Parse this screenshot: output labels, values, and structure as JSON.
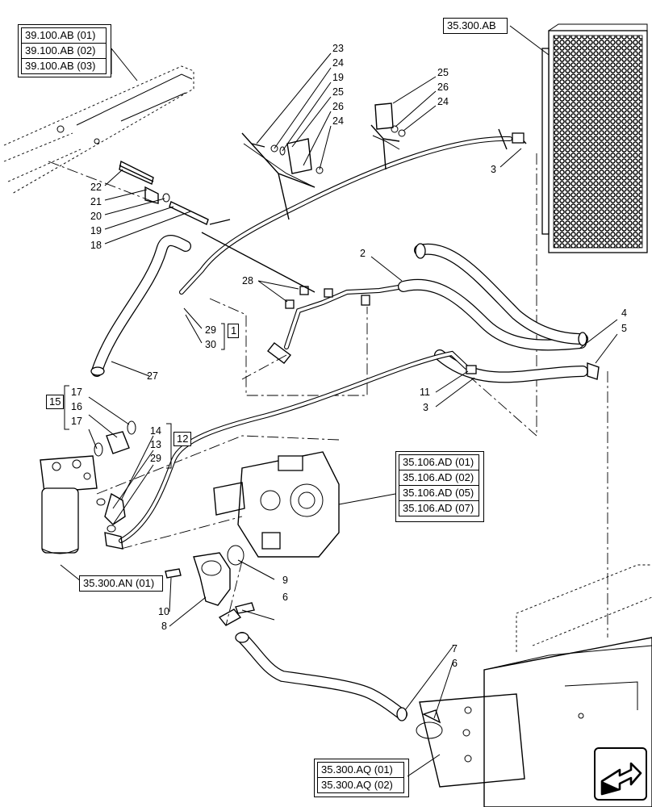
{
  "references": {
    "chassis": [
      "39.100.AB (01)",
      "39.100.AB (02)",
      "39.100.AB (03)"
    ],
    "radiator": "35.300.AB",
    "pump": [
      "35.106.AD (01)",
      "35.106.AD (02)",
      "35.106.AD (05)",
      "35.106.AD (07)"
    ],
    "filter": "35.300.AN (01)",
    "bracket": [
      "35.300.AQ (01)",
      "35.300.AQ (02)"
    ]
  },
  "groups": {
    "group_1": "1",
    "group_12": "12",
    "group_15": "15"
  },
  "callouts": {
    "c23": "23",
    "c24a": "24",
    "c19a": "19",
    "c25a": "25",
    "c26a": "26",
    "c24b": "24",
    "c25b": "25",
    "c26b": "26",
    "c24c": "24",
    "c22": "22",
    "c21": "21",
    "c20": "20",
    "c19b": "19",
    "c18": "18",
    "c3a": "3",
    "c2": "2",
    "c28": "28",
    "c29a": "29",
    "c30": "30",
    "c27": "27",
    "c4": "4",
    "c5": "5",
    "c11": "11",
    "c3b": "3",
    "c17a": "17",
    "c16": "16",
    "c17b": "17",
    "c14": "14",
    "c13": "13",
    "c29b": "29",
    "c9": "9",
    "c10": "10",
    "c8": "8",
    "c6a": "6",
    "c7": "7",
    "c6b": "6"
  },
  "icons": {
    "nav": "next-page-arrow-icon"
  }
}
